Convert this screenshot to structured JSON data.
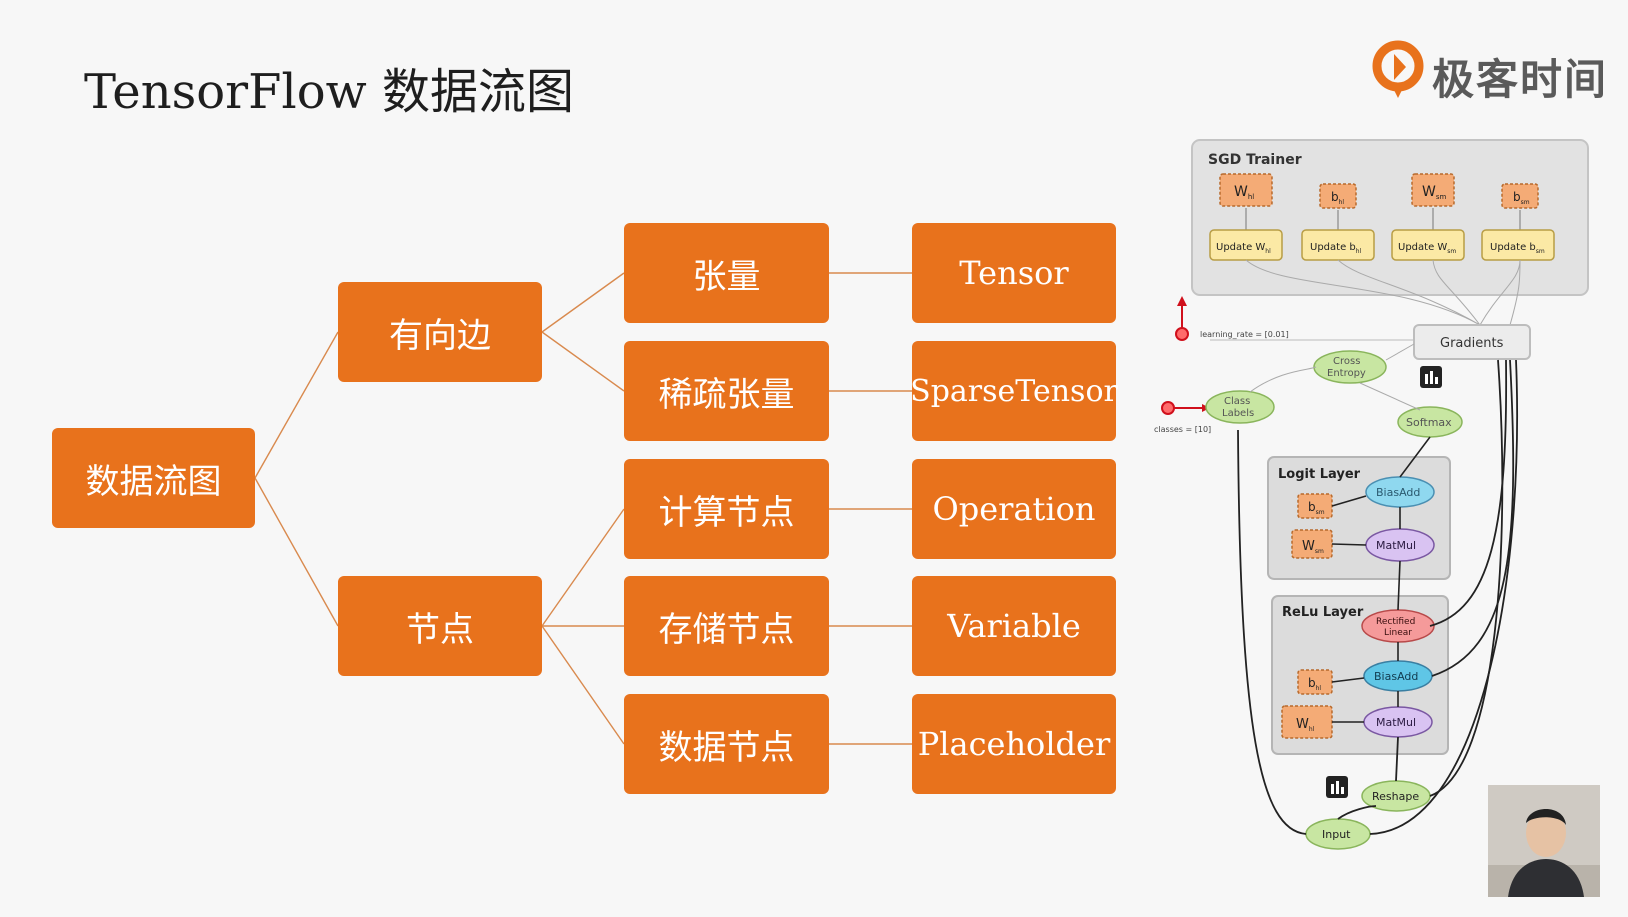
{
  "title": "TensorFlow 数据流图",
  "logo": {
    "text": "极客时间",
    "icon": "geektime-logo-icon",
    "color": "#e8721c"
  },
  "colors": {
    "box": "#e8721c",
    "box_text": "#ffffff",
    "line": "#d98a4e"
  },
  "tree": {
    "root": "数据流图",
    "level1": [
      "有向边",
      "节点"
    ],
    "level2": [
      "张量",
      "稀疏张量",
      "计算节点",
      "存储节点",
      "数据节点"
    ],
    "level3": [
      "Tensor",
      "SparseTensor",
      "Operation",
      "Variable",
      "Placeholder"
    ]
  },
  "tf_graph": {
    "sgd_trainer": {
      "title": "SGD Trainer",
      "variables": [
        "W",
        "b",
        "W",
        "b"
      ],
      "variable_subs": [
        "hl",
        "hl",
        "sm",
        "sm"
      ],
      "updates": [
        "Update W",
        "Update b",
        "Update W",
        "Update b"
      ],
      "update_subs": [
        "hl",
        "hl",
        "sm",
        "sm"
      ]
    },
    "learning_rate": "learning_rate = [0.01]",
    "classes": "classes = [10]",
    "gradients": "Gradients",
    "cross_entropy": [
      "Cross",
      "Entropy"
    ],
    "class_labels": [
      "Class",
      "Labels"
    ],
    "softmax": "Softmax",
    "logit_layer": {
      "title": "Logit Layer",
      "biasadd": "BiasAdd",
      "matmul": "MatMul",
      "b": "b",
      "b_sub": "sm",
      "w": "W",
      "w_sub": "sm"
    },
    "relu_layer": {
      "title": "ReLu Layer",
      "rectified": [
        "Rectified",
        "Linear"
      ],
      "biasadd": "BiasAdd",
      "matmul": "MatMul",
      "b": "b",
      "b_sub": "hl",
      "w": "W",
      "w_sub": "hl"
    },
    "reshape": "Reshape",
    "input": "Input"
  },
  "presenter": {
    "icon": "presenter-video-thumbnail"
  }
}
